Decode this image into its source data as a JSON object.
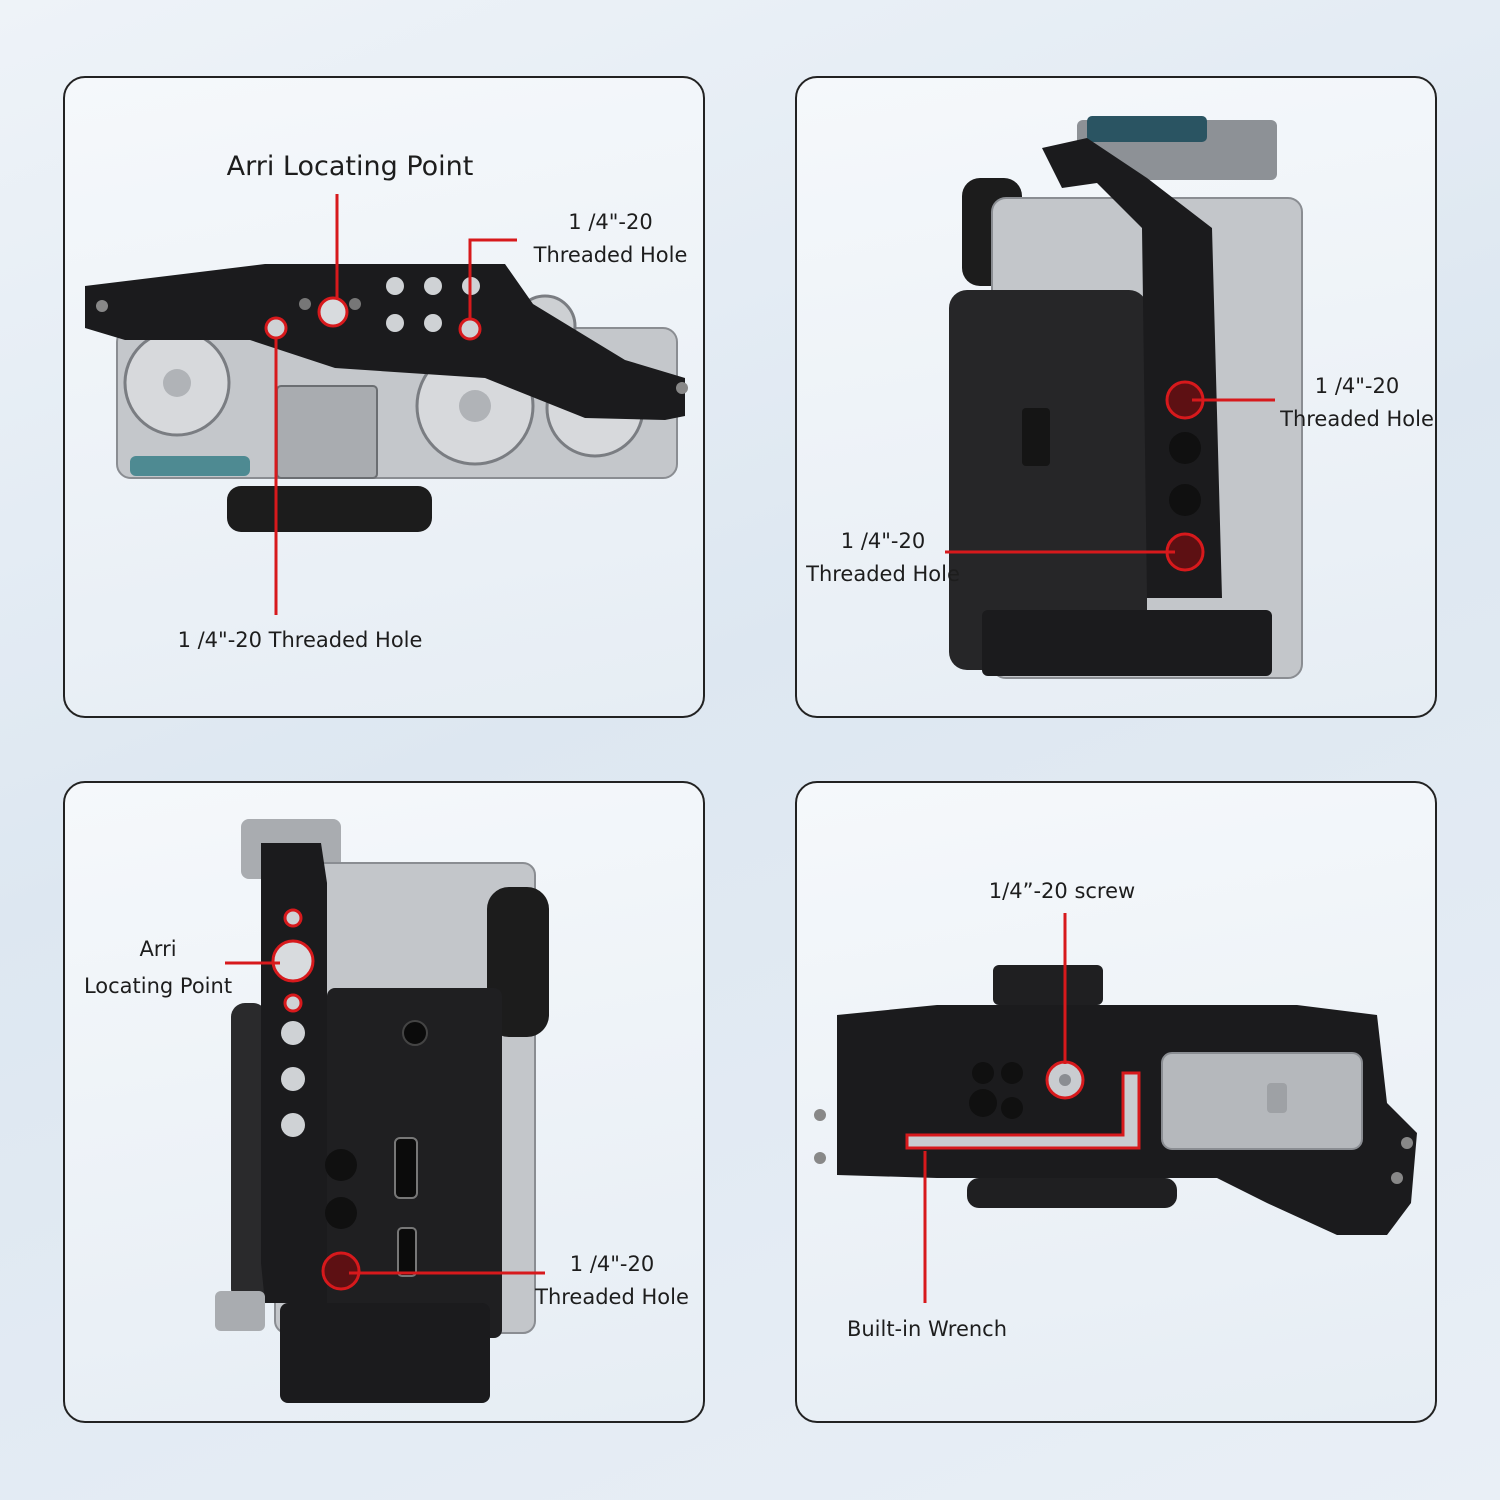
{
  "panels": {
    "top_view": {
      "arri_label": "Arri Locating Point",
      "hole_right_line1": "1 /4\"-20",
      "hole_right_line2": "Threaded Hole",
      "hole_bottom_label": "1 /4\"-20 Threaded Hole"
    },
    "side_view": {
      "hole_upper_line1": "1 /4\"-20",
      "hole_upper_line2": "Threaded Hole",
      "hole_lower_line1": "1 /4\"-20",
      "hole_lower_line2": "Threaded Hole"
    },
    "left_view": {
      "arri_line1": "Arri",
      "arri_line2": "Locating Point",
      "hole_line1": "1 /4\"-20",
      "hole_line2": "Threaded Hole"
    },
    "bottom_view": {
      "screw_label": "1/4”-20 screw",
      "wrench_label": "Built-in Wrench"
    }
  },
  "colors": {
    "callout": "#d7191c",
    "cage": "#1b1b1d",
    "silver": "#b9bcc0"
  }
}
